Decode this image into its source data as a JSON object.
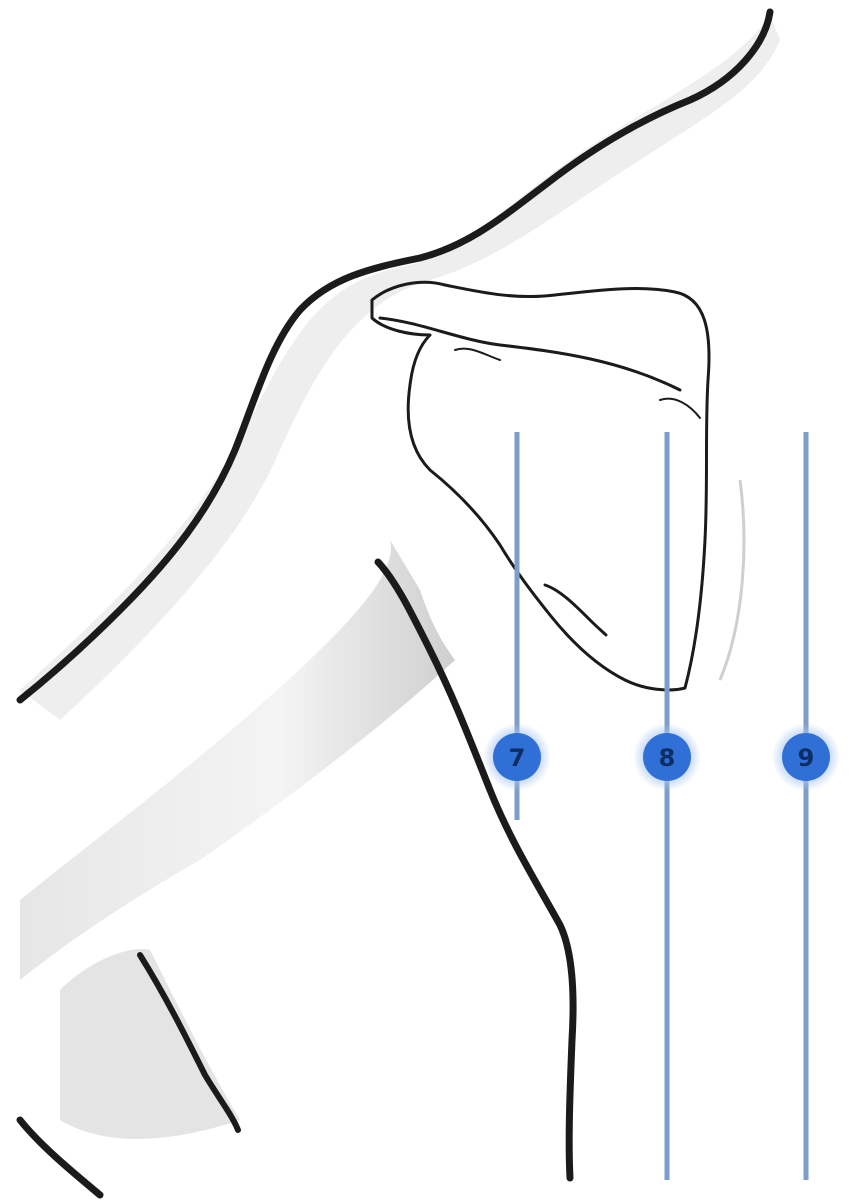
{
  "colors": {
    "background": "#ffffff",
    "outline": "#1b1b1b",
    "skin_shade": "#d9d9d9",
    "guide_line": "#7f9dca",
    "marker_fill": "#2f6fd6",
    "marker_halo": "#a9c6f0",
    "marker_text": "#0d2d63"
  },
  "markers": [
    {
      "id": "marker-7",
      "label": "7"
    },
    {
      "id": "marker-8",
      "label": "8"
    },
    {
      "id": "marker-9",
      "label": "9"
    }
  ]
}
